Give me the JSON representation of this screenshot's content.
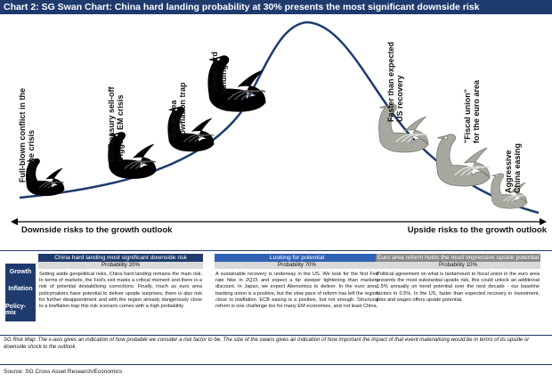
{
  "title": "Chart 2: SG Swan Chart: China hard landing probability at 30% presents the most significant downside risk",
  "chart_data": {
    "type": "line",
    "title": "",
    "xlabel_left": "Downside risks to the growth outlook",
    "xlabel_right": "Upside risks to the growth outlook",
    "curve_color": "#1f3b6e",
    "swans": [
      {
        "label": "Full-blown conflict in the Ukraine crisis",
        "lines": [
          "Full-blown conflict in the",
          "Ukraine crisis"
        ],
        "color": "#000000",
        "size": 1.0
      },
      {
        "label": "US Treasury sell-off triggers EM crisis",
        "lines": [
          "US Treasury sell-off",
          "triggers EM crisis"
        ],
        "color": "#000000",
        "size": 1.25
      },
      {
        "label": "Euro area lowflation trap",
        "lines": [
          "Euro area",
          "lowflation trap"
        ],
        "color": "#000000",
        "size": 1.2
      },
      {
        "label": "China hard landing",
        "lines": [
          "China hard",
          "landing"
        ],
        "color": "#000000",
        "size": 1.5
      },
      {
        "label": "Faster than expected US recovery",
        "lines": [
          "Faster than expected",
          "US recovery"
        ],
        "color": "#a8a8a0",
        "size": 1.3
      },
      {
        "label": "\"Fiscal union\" for the euro area",
        "lines": [
          "\"Fiscal union\"",
          "for the euro area"
        ],
        "color": "#a8a8a0",
        "size": 1.4
      },
      {
        "label": "Aggressive China easing",
        "lines": [
          "Aggressive",
          "China easing"
        ],
        "color": "#a8a8a0",
        "size": 0.95
      }
    ]
  },
  "panels": [
    {
      "header": "China hard landing most significant downside risk",
      "header_color": "#1f3b6e",
      "probability": "Probability 20%",
      "text": "Setting aside geopolitical risks, China hard landing remains the main risk. In terms of markets, the Fed's exit marks a critical moment and there is a risk of potential destabilising corrections. Finally, much as euro area policymakers have potential to deliver upside surprises, there is also risk for further disappointment and with the region already dangerously close to a lowflation trap this risk scenario comes with a high probability."
    },
    {
      "header": "Looking for potential",
      "header_color": "#2f62b5",
      "probability": "Probability 70%",
      "text": "A sustainable recovery is underway in the US. We look for the first Fed rate hike in 2Q15 and expect a far steeper tightening than markets discount. In Japan, we expect Abenomics to deliver. In the euro area, banking union is a positive, but the slow pace of reform has left the region close to lowflation. ECB easing is a positive, but not enough. Structural reform is one challenge too for many EM economies, and not least China."
    },
    {
      "header": "Euro area reform holds the most impressive upside potential",
      "header_color": "#8a8a8a",
      "probability": "Probability 10%",
      "text": "Political agreement on what is tantamount to fiscal union in the euro area presents the most substantial upside risk, this could unlock an additional 1.5% annually on trend potential over the next decade - our baseline factors in 0.5%. In the US, faster than expected recovery in investment, jobs and wages offers upside potential."
    }
  ],
  "side_labels": [
    "Growth",
    "Inflation",
    "Policy-mix"
  ],
  "note": "SG Risk Map: The x-axis gives an indication of how probable we consider a risk factor to be. The size of the swans gives an indication of how important the impact of that event materialising would be in terms of its upside or downside shock to the outlook.",
  "source": "Source: SG Cross Asset Research/Economics"
}
